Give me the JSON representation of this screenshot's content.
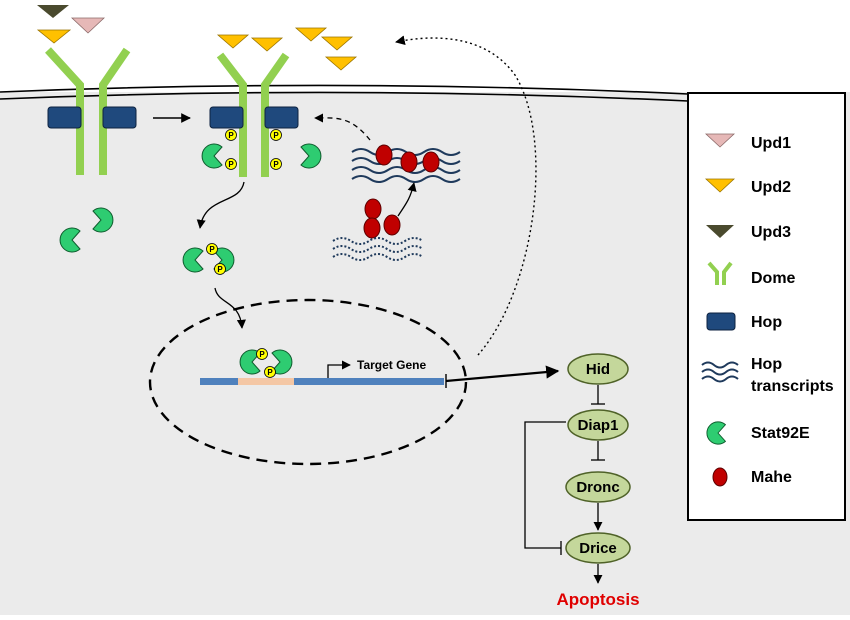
{
  "colors": {
    "cell_bg": "#ebebeb",
    "upd1": "#e6b8b7",
    "upd2": "#ffc000",
    "upd3": "#4a4a2e",
    "dome": "#92d050",
    "hop": "#1f497d",
    "stat92e": "#2ecc71",
    "mahe": "#c00000",
    "phospho": "#ffff00",
    "dna": "#4f81bd",
    "binding_site": "#f4c7a5",
    "node_fill": "#c4d79b",
    "apoptosis": "#e00000"
  },
  "diagram": {
    "target_gene_label": "Target Gene",
    "phospho_label": "P",
    "nodes": {
      "hid": "Hid",
      "diap1": "Diap1",
      "dronc": "Dronc",
      "drice": "Drice"
    },
    "outcome": "Apoptosis"
  },
  "legend": {
    "items": [
      {
        "icon": "upd1-triangle-icon",
        "label": "Upd1"
      },
      {
        "icon": "upd2-triangle-icon",
        "label": "Upd2"
      },
      {
        "icon": "upd3-triangle-icon",
        "label": "Upd3"
      },
      {
        "icon": "dome-receptor-icon",
        "label": "Dome"
      },
      {
        "icon": "hop-kinase-icon",
        "label": "Hop"
      },
      {
        "icon": "hop-transcripts-icon",
        "label": "Hop",
        "label2": "transcripts"
      },
      {
        "icon": "stat92e-icon",
        "label": "Stat92E"
      },
      {
        "icon": "mahe-icon",
        "label": "Mahe"
      }
    ]
  }
}
